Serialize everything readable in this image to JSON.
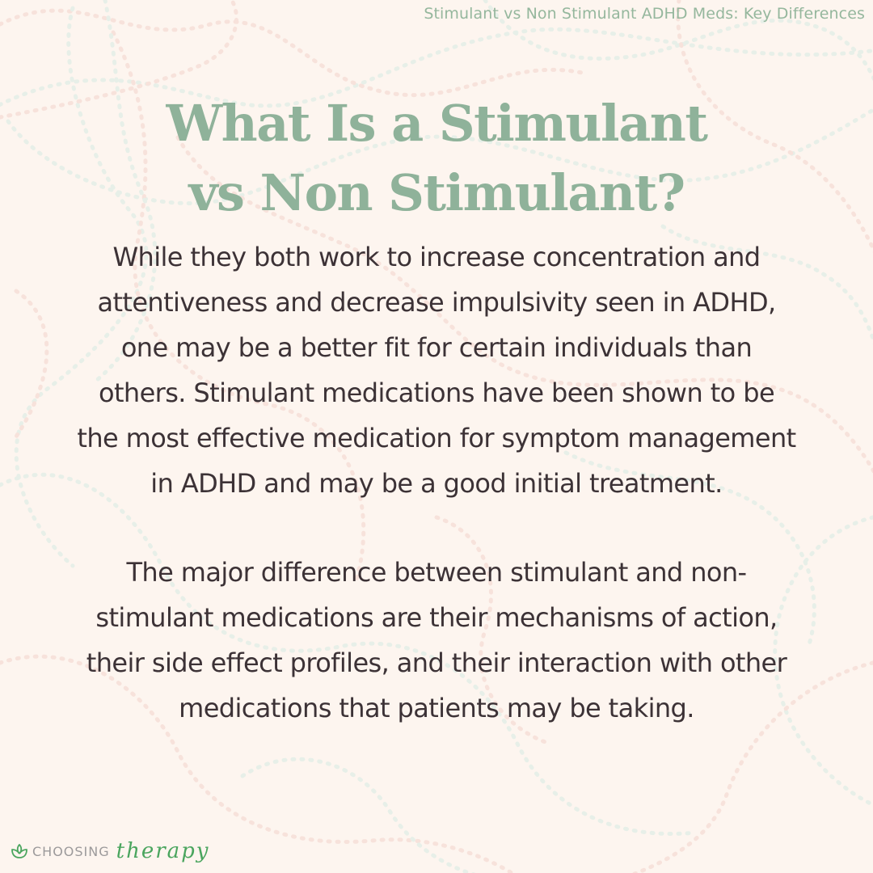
{
  "series_title": "Stimulant vs Non Stimulant ADHD Meds: Key Differences",
  "headline": {
    "lines": [
      "What Is a Stimulant",
      "vs Non Stimulant?"
    ]
  },
  "paragraphs": [
    {
      "lines": [
        "While they both work to increase concentration and",
        "attentiveness and decrease impulsivity seen in ADHD,",
        "one may be a better fit for certain individuals than",
        "others. Stimulant medications have been shown to be",
        "the most effective medication for symptom management",
        "in ADHD and may be a good initial treatment."
      ]
    },
    {
      "lines": [
        "The major difference between stimulant and non-",
        "stimulant medications are their mechanisms of action,",
        "their side effect profiles, and their interaction with other",
        "medications that patients may be taking."
      ]
    }
  ],
  "logo": {
    "icon": "lotus-leaf-icon",
    "word": "CHOOSING",
    "script": "therapy"
  },
  "colors": {
    "background": "#fdf5ef",
    "accent_green": "#8fb29a",
    "body_text": "#3c3236",
    "logo_green": "#4aa55e",
    "logo_gray": "#9c9a9b",
    "pattern_green": "#e6eee6",
    "pattern_pink": "#f8e3dc"
  }
}
